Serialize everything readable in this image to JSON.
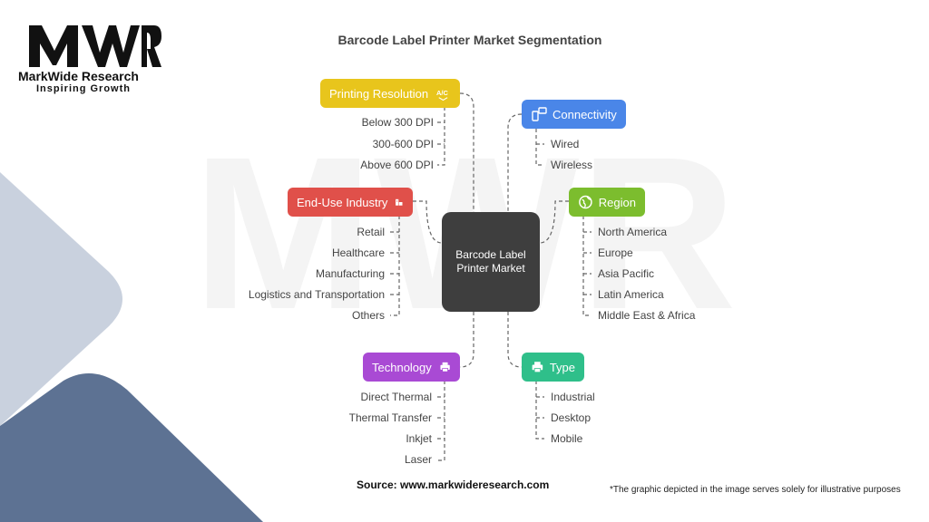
{
  "brand": {
    "name": "MarkWide Research",
    "tagline": "Inspiring Growth",
    "logo_text": "MWR"
  },
  "title": "Barcode Label Printer Market Segmentation",
  "center": "Barcode Label Printer Market",
  "segments": {
    "printing_resolution": {
      "label": "Printing Resolution",
      "color": "#e8c51c",
      "items": [
        "Below 300 DPI",
        "300-600 DPI",
        "Above 600 DPI"
      ]
    },
    "connectivity": {
      "label": "Connectivity",
      "color": "#4a86e8",
      "items": [
        "Wired",
        "Wireless"
      ]
    },
    "end_use": {
      "label": "End-Use Industry",
      "color": "#e0504a",
      "items": [
        "Retail",
        "Healthcare",
        "Manufacturing",
        "Logistics and Transportation",
        "Others"
      ]
    },
    "region": {
      "label": "Region",
      "color": "#7cbd2e",
      "items": [
        "North America",
        "Europe",
        "Asia Pacific",
        "Latin America",
        "Middle East & Africa"
      ]
    },
    "technology": {
      "label": "Technology",
      "color": "#a94ad4",
      "items": [
        "Direct Thermal",
        "Thermal Transfer",
        "Inkjet",
        "Laser"
      ]
    },
    "type": {
      "label": "Type",
      "color": "#2fbf8a",
      "items": [
        "Industrial",
        "Desktop",
        "Mobile"
      ]
    }
  },
  "source": "Source: www.markwideresearch.com",
  "disclaimer": "*The graphic depicted in the image serves solely for illustrative purposes"
}
